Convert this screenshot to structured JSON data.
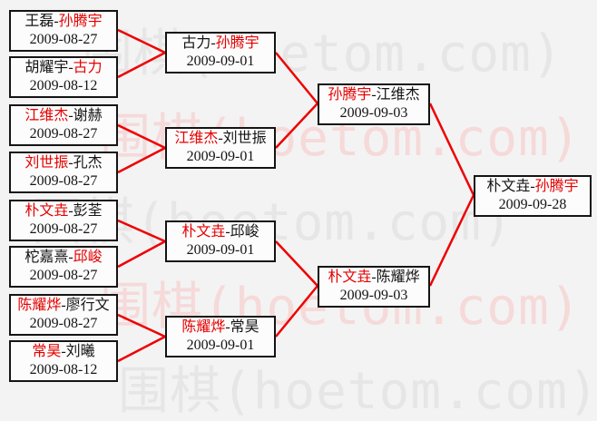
{
  "ui": {
    "separator": "-"
  },
  "watermark": {
    "text": "围棋(hoetom.com)"
  },
  "colors": {
    "page-bg": "#f3f3f3",
    "box-bg": "#fcfcfc",
    "box-border": "#141414",
    "text-black": "#141414",
    "winner-red": "#e60000",
    "connector-red": "#ee0000",
    "watermark-gray": "#e6e6e6",
    "watermark-pink": "#f6d9d9"
  },
  "bracket": {
    "round1": [
      {
        "p1": "王磊",
        "p2": "孙腾宇",
        "date": "2009-08-27",
        "winner": "孙腾宇"
      },
      {
        "p1": "胡耀宇",
        "p2": "古力",
        "date": "2009-08-12",
        "winner": "古力"
      },
      {
        "p1": "江维杰",
        "p2": "谢赫",
        "date": "2009-08-27",
        "winner": "江维杰"
      },
      {
        "p1": "刘世振",
        "p2": "孔杰",
        "date": "2009-08-27",
        "winner": "刘世振"
      },
      {
        "p1": "朴文垚",
        "p2": "彭荃",
        "date": "2009-08-27",
        "winner": "朴文垚"
      },
      {
        "p1": "柁嘉熹",
        "p2": "邱峻",
        "date": "2009-08-27",
        "winner": "邱峻"
      },
      {
        "p1": "陈耀烨",
        "p2": "廖行文",
        "date": "2009-08-27",
        "winner": "陈耀烨"
      },
      {
        "p1": "常昊",
        "p2": "刘曦",
        "date": "2009-08-12",
        "winner": "常昊"
      }
    ],
    "round2": [
      {
        "p1": "古力",
        "p2": "孙腾宇",
        "date": "2009-09-01",
        "winner": "孙腾宇"
      },
      {
        "p1": "江维杰",
        "p2": "刘世振",
        "date": "2009-09-01",
        "winner": "江维杰"
      },
      {
        "p1": "朴文垚",
        "p2": "邱峻",
        "date": "2009-09-01",
        "winner": "朴文垚"
      },
      {
        "p1": "陈耀烨",
        "p2": "常昊",
        "date": "2009-09-01",
        "winner": "陈耀烨"
      }
    ],
    "semifinals": [
      {
        "p1": "孙腾宇",
        "p2": "江维杰",
        "date": "2009-09-03",
        "winner": "孙腾宇"
      },
      {
        "p1": "朴文垚",
        "p2": "陈耀烨",
        "date": "2009-09-03",
        "winner": "朴文垚"
      }
    ],
    "final": [
      {
        "p1": "朴文垚",
        "p2": "孙腾宇",
        "date": "2009-09-28",
        "winner": "孙腾宇"
      }
    ]
  }
}
